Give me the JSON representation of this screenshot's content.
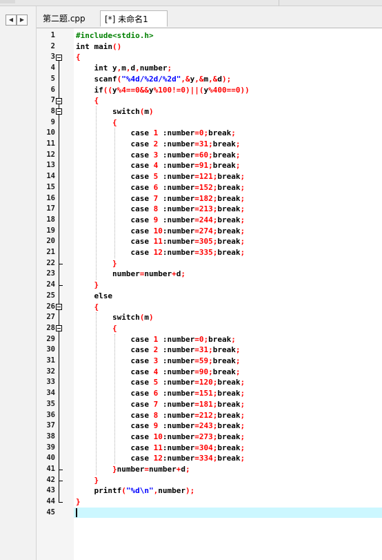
{
  "tabs": [
    {
      "label": "第二题.cpp",
      "active": false
    },
    {
      "label": "[*] 未命名1",
      "active": true
    }
  ],
  "nav": {
    "left_icon": "triangle-left-icon",
    "right_icon": "triangle-right-icon"
  },
  "editor": {
    "current_line": 45,
    "colors": {
      "keyword": "#000000",
      "preprocessor": "#008000",
      "string": "#0000ff",
      "number": "#ff0000",
      "operator": "#ff0000",
      "current_line_bg": "#ccf7ff"
    },
    "lines": [
      [
        [
          "pp",
          "#include<stdio.h>"
        ]
      ],
      [
        [
          "k",
          "int main"
        ],
        [
          "op",
          "()"
        ]
      ],
      [
        [
          "op",
          "{"
        ]
      ],
      [
        [
          "k",
          "    int y"
        ],
        [
          "op",
          ","
        ],
        [
          "k",
          "m"
        ],
        [
          "op",
          ","
        ],
        [
          "k",
          "d"
        ],
        [
          "op",
          ","
        ],
        [
          "k",
          "number"
        ],
        [
          "op",
          ";"
        ]
      ],
      [
        [
          "k",
          "    scanf"
        ],
        [
          "op",
          "("
        ],
        [
          "str",
          "\"%4d/%2d/%2d\""
        ],
        [
          "op",
          ",&"
        ],
        [
          "k",
          "y"
        ],
        [
          "op",
          ",&"
        ],
        [
          "k",
          "m"
        ],
        [
          "op",
          ",&"
        ],
        [
          "k",
          "d"
        ],
        [
          "op",
          ");"
        ]
      ],
      [
        [
          "k",
          "    if"
        ],
        [
          "op",
          "(("
        ],
        [
          "k",
          "y"
        ],
        [
          "op",
          "%"
        ],
        [
          "num",
          "4"
        ],
        [
          "op",
          "=="
        ],
        [
          "num",
          "0"
        ],
        [
          "op",
          "&&"
        ],
        [
          "k",
          "y"
        ],
        [
          "op",
          "%"
        ],
        [
          "num",
          "100"
        ],
        [
          "op",
          "!="
        ],
        [
          "num",
          "0"
        ],
        [
          "op",
          ")||("
        ],
        [
          "k",
          "y"
        ],
        [
          "op",
          "%"
        ],
        [
          "num",
          "400"
        ],
        [
          "op",
          "=="
        ],
        [
          "num",
          "0"
        ],
        [
          "op",
          "))"
        ]
      ],
      [
        [
          "op",
          "    {"
        ]
      ],
      [
        [
          "k",
          "        switch"
        ],
        [
          "op",
          "("
        ],
        [
          "k",
          "m"
        ],
        [
          "op",
          ")"
        ]
      ],
      [
        [
          "op",
          "        {"
        ]
      ],
      [
        [
          "k",
          "            case "
        ],
        [
          "num",
          "1"
        ],
        [
          "k",
          " :number"
        ],
        [
          "op",
          "="
        ],
        [
          "num",
          "0"
        ],
        [
          "op",
          ";"
        ],
        [
          "k",
          "break"
        ],
        [
          "op",
          ";"
        ]
      ],
      [
        [
          "k",
          "            case "
        ],
        [
          "num",
          "2"
        ],
        [
          "k",
          " :number"
        ],
        [
          "op",
          "="
        ],
        [
          "num",
          "31"
        ],
        [
          "op",
          ";"
        ],
        [
          "k",
          "break"
        ],
        [
          "op",
          ";"
        ]
      ],
      [
        [
          "k",
          "            case "
        ],
        [
          "num",
          "3"
        ],
        [
          "k",
          " :number"
        ],
        [
          "op",
          "="
        ],
        [
          "num",
          "60"
        ],
        [
          "op",
          ";"
        ],
        [
          "k",
          "break"
        ],
        [
          "op",
          ";"
        ]
      ],
      [
        [
          "k",
          "            case "
        ],
        [
          "num",
          "4"
        ],
        [
          "k",
          " :number"
        ],
        [
          "op",
          "="
        ],
        [
          "num",
          "91"
        ],
        [
          "op",
          ";"
        ],
        [
          "k",
          "break"
        ],
        [
          "op",
          ";"
        ]
      ],
      [
        [
          "k",
          "            case "
        ],
        [
          "num",
          "5"
        ],
        [
          "k",
          " :number"
        ],
        [
          "op",
          "="
        ],
        [
          "num",
          "121"
        ],
        [
          "op",
          ";"
        ],
        [
          "k",
          "break"
        ],
        [
          "op",
          ";"
        ]
      ],
      [
        [
          "k",
          "            case "
        ],
        [
          "num",
          "6"
        ],
        [
          "k",
          " :number"
        ],
        [
          "op",
          "="
        ],
        [
          "num",
          "152"
        ],
        [
          "op",
          ";"
        ],
        [
          "k",
          "break"
        ],
        [
          "op",
          ";"
        ]
      ],
      [
        [
          "k",
          "            case "
        ],
        [
          "num",
          "7"
        ],
        [
          "k",
          " :number"
        ],
        [
          "op",
          "="
        ],
        [
          "num",
          "182"
        ],
        [
          "op",
          ";"
        ],
        [
          "k",
          "break"
        ],
        [
          "op",
          ";"
        ]
      ],
      [
        [
          "k",
          "            case "
        ],
        [
          "num",
          "8"
        ],
        [
          "k",
          " :number"
        ],
        [
          "op",
          "="
        ],
        [
          "num",
          "213"
        ],
        [
          "op",
          ";"
        ],
        [
          "k",
          "break"
        ],
        [
          "op",
          ";"
        ]
      ],
      [
        [
          "k",
          "            case "
        ],
        [
          "num",
          "9"
        ],
        [
          "k",
          " :number"
        ],
        [
          "op",
          "="
        ],
        [
          "num",
          "244"
        ],
        [
          "op",
          ";"
        ],
        [
          "k",
          "break"
        ],
        [
          "op",
          ";"
        ]
      ],
      [
        [
          "k",
          "            case "
        ],
        [
          "num",
          "10"
        ],
        [
          "k",
          ":number"
        ],
        [
          "op",
          "="
        ],
        [
          "num",
          "274"
        ],
        [
          "op",
          ";"
        ],
        [
          "k",
          "break"
        ],
        [
          "op",
          ";"
        ]
      ],
      [
        [
          "k",
          "            case "
        ],
        [
          "num",
          "11"
        ],
        [
          "k",
          ":number"
        ],
        [
          "op",
          "="
        ],
        [
          "num",
          "305"
        ],
        [
          "op",
          ";"
        ],
        [
          "k",
          "break"
        ],
        [
          "op",
          ";"
        ]
      ],
      [
        [
          "k",
          "            case "
        ],
        [
          "num",
          "12"
        ],
        [
          "k",
          ":number"
        ],
        [
          "op",
          "="
        ],
        [
          "num",
          "335"
        ],
        [
          "op",
          ";"
        ],
        [
          "k",
          "break"
        ],
        [
          "op",
          ";"
        ]
      ],
      [
        [
          "op",
          "        }"
        ]
      ],
      [
        [
          "k",
          "        number"
        ],
        [
          "op",
          "="
        ],
        [
          "k",
          "number"
        ],
        [
          "op",
          "+"
        ],
        [
          "k",
          "d"
        ],
        [
          "op",
          ";"
        ]
      ],
      [
        [
          "op",
          "    }"
        ]
      ],
      [
        [
          "k",
          "    else"
        ]
      ],
      [
        [
          "op",
          "    {"
        ]
      ],
      [
        [
          "k",
          "        switch"
        ],
        [
          "op",
          "("
        ],
        [
          "k",
          "m"
        ],
        [
          "op",
          ")"
        ]
      ],
      [
        [
          "op",
          "        {"
        ]
      ],
      [
        [
          "k",
          "            case "
        ],
        [
          "num",
          "1"
        ],
        [
          "k",
          " :number"
        ],
        [
          "op",
          "="
        ],
        [
          "num",
          "0"
        ],
        [
          "op",
          ";"
        ],
        [
          "k",
          "break"
        ],
        [
          "op",
          ";"
        ]
      ],
      [
        [
          "k",
          "            case "
        ],
        [
          "num",
          "2"
        ],
        [
          "k",
          " :number"
        ],
        [
          "op",
          "="
        ],
        [
          "num",
          "31"
        ],
        [
          "op",
          ";"
        ],
        [
          "k",
          "break"
        ],
        [
          "op",
          ";"
        ]
      ],
      [
        [
          "k",
          "            case "
        ],
        [
          "num",
          "3"
        ],
        [
          "k",
          " :number"
        ],
        [
          "op",
          "="
        ],
        [
          "num",
          "59"
        ],
        [
          "op",
          ";"
        ],
        [
          "k",
          "break"
        ],
        [
          "op",
          ";"
        ]
      ],
      [
        [
          "k",
          "            case "
        ],
        [
          "num",
          "4"
        ],
        [
          "k",
          " :number"
        ],
        [
          "op",
          "="
        ],
        [
          "num",
          "90"
        ],
        [
          "op",
          ";"
        ],
        [
          "k",
          "break"
        ],
        [
          "op",
          ";"
        ]
      ],
      [
        [
          "k",
          "            case "
        ],
        [
          "num",
          "5"
        ],
        [
          "k",
          " :number"
        ],
        [
          "op",
          "="
        ],
        [
          "num",
          "120"
        ],
        [
          "op",
          ";"
        ],
        [
          "k",
          "break"
        ],
        [
          "op",
          ";"
        ]
      ],
      [
        [
          "k",
          "            case "
        ],
        [
          "num",
          "6"
        ],
        [
          "k",
          " :number"
        ],
        [
          "op",
          "="
        ],
        [
          "num",
          "151"
        ],
        [
          "op",
          ";"
        ],
        [
          "k",
          "break"
        ],
        [
          "op",
          ";"
        ]
      ],
      [
        [
          "k",
          "            case "
        ],
        [
          "num",
          "7"
        ],
        [
          "k",
          " :number"
        ],
        [
          "op",
          "="
        ],
        [
          "num",
          "181"
        ],
        [
          "op",
          ";"
        ],
        [
          "k",
          "break"
        ],
        [
          "op",
          ";"
        ]
      ],
      [
        [
          "k",
          "            case "
        ],
        [
          "num",
          "8"
        ],
        [
          "k",
          " :number"
        ],
        [
          "op",
          "="
        ],
        [
          "num",
          "212"
        ],
        [
          "op",
          ";"
        ],
        [
          "k",
          "break"
        ],
        [
          "op",
          ";"
        ]
      ],
      [
        [
          "k",
          "            case "
        ],
        [
          "num",
          "9"
        ],
        [
          "k",
          " :number"
        ],
        [
          "op",
          "="
        ],
        [
          "num",
          "243"
        ],
        [
          "op",
          ";"
        ],
        [
          "k",
          "break"
        ],
        [
          "op",
          ";"
        ]
      ],
      [
        [
          "k",
          "            case "
        ],
        [
          "num",
          "10"
        ],
        [
          "k",
          ":number"
        ],
        [
          "op",
          "="
        ],
        [
          "num",
          "273"
        ],
        [
          "op",
          ";"
        ],
        [
          "k",
          "break"
        ],
        [
          "op",
          ";"
        ]
      ],
      [
        [
          "k",
          "            case "
        ],
        [
          "num",
          "11"
        ],
        [
          "k",
          ":number"
        ],
        [
          "op",
          "="
        ],
        [
          "num",
          "304"
        ],
        [
          "op",
          ";"
        ],
        [
          "k",
          "break"
        ],
        [
          "op",
          ";"
        ]
      ],
      [
        [
          "k",
          "            case "
        ],
        [
          "num",
          "12"
        ],
        [
          "k",
          ":number"
        ],
        [
          "op",
          "="
        ],
        [
          "num",
          "334"
        ],
        [
          "op",
          ";"
        ],
        [
          "k",
          "break"
        ],
        [
          "op",
          ";"
        ]
      ],
      [
        [
          "op",
          "        }"
        ],
        [
          "k",
          "number"
        ],
        [
          "op",
          "="
        ],
        [
          "k",
          "number"
        ],
        [
          "op",
          "+"
        ],
        [
          "k",
          "d"
        ],
        [
          "op",
          ";"
        ]
      ],
      [
        [
          "op",
          "    }"
        ]
      ],
      [
        [
          "k",
          "    printf"
        ],
        [
          "op",
          "("
        ],
        [
          "str",
          "\"%d\\n\""
        ],
        [
          "op",
          ","
        ],
        [
          "k",
          "number"
        ],
        [
          "op",
          ");"
        ]
      ],
      [
        [
          "op",
          "}"
        ]
      ],
      [
        [
          "k",
          ""
        ]
      ]
    ],
    "folds": [
      {
        "start": 3,
        "end": 44
      },
      {
        "start": 7,
        "end": 24
      },
      {
        "start": 8,
        "end": 22
      },
      {
        "start": 26,
        "end": 42
      },
      {
        "start": 28,
        "end": 41
      }
    ]
  }
}
